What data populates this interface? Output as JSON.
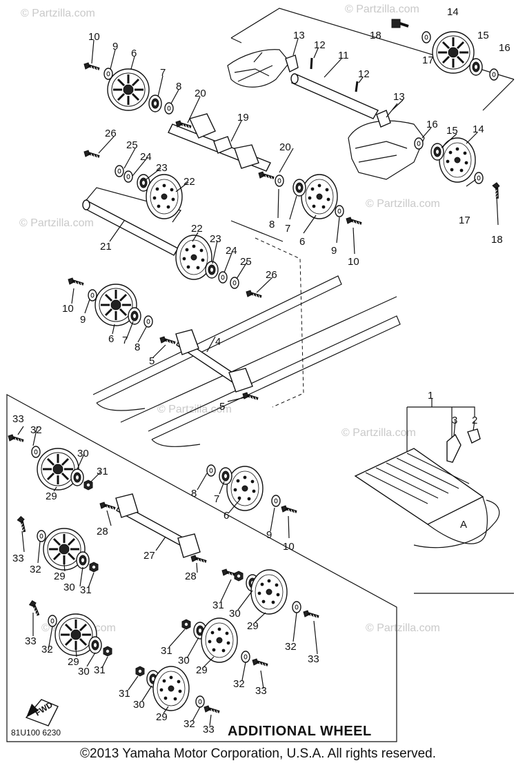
{
  "watermark": "© Partzilla.com",
  "callouts": [
    "1",
    "2",
    "3",
    "4",
    "5",
    "6",
    "7",
    "8",
    "9",
    "10",
    "11",
    "12",
    "13",
    "14",
    "15",
    "16",
    "17",
    "18",
    "19",
    "20",
    "21",
    "22",
    "23",
    "24",
    "25",
    "26",
    "27",
    "28",
    "29",
    "30",
    "31",
    "32",
    "33"
  ],
  "track_marker": "A",
  "box_title": "ADDITIONAL WHEEL",
  "fwd_label": "FWD",
  "diagram_code": "81U100 6230",
  "copyright": "©2013 Yamaha Motor Corporation, U.S.A. All rights reserved."
}
